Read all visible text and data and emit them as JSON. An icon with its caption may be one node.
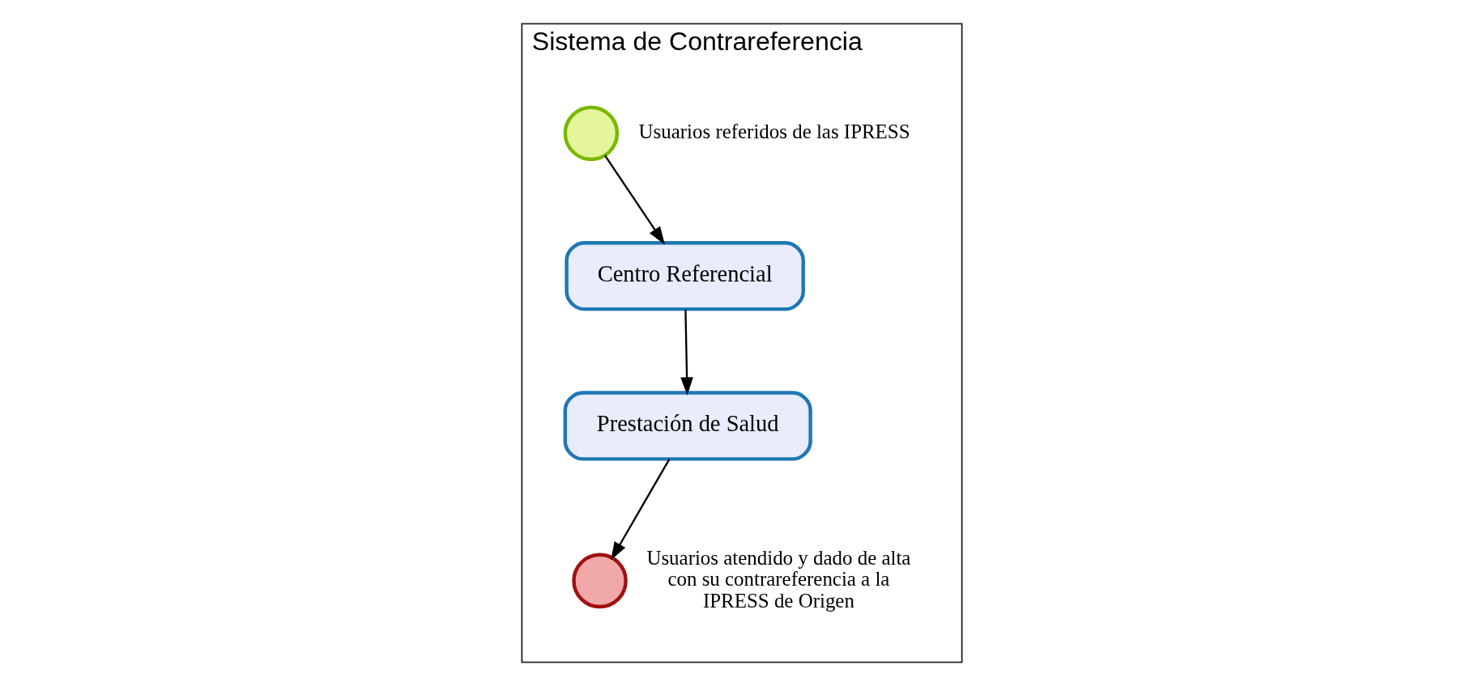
{
  "diagram": {
    "nodes": [
      {
        "text": [
          "Sistema de Contrareferencia"
        ]
      },
      {
        "text": [],
        "shape": "circle",
        "in": 0,
        "beside": [
          "Usuarios referidos de las IPRESS"
        ]
      },
      {
        "text": [
          "Centro Referencial"
        ],
        "in": 0
      },
      {
        "text": [
          "Prestación de Salud"
        ],
        "in": 0
      },
      {
        "text": [],
        "shape": "circle",
        "in": 0,
        "beside": [
          "Usuarios atendido y dado de alta con su contrareferencia a la IPRESS de Origen"
        ]
      }
    ],
    "edges": [
      {
        "from": 1,
        "to": 2,
        "arrow": "to"
      },
      {
        "from": 2,
        "to": 3,
        "arrow": "to"
      },
      {
        "from": 3,
        "to": 4,
        "arrow": "to"
      }
    ]
  }
}
